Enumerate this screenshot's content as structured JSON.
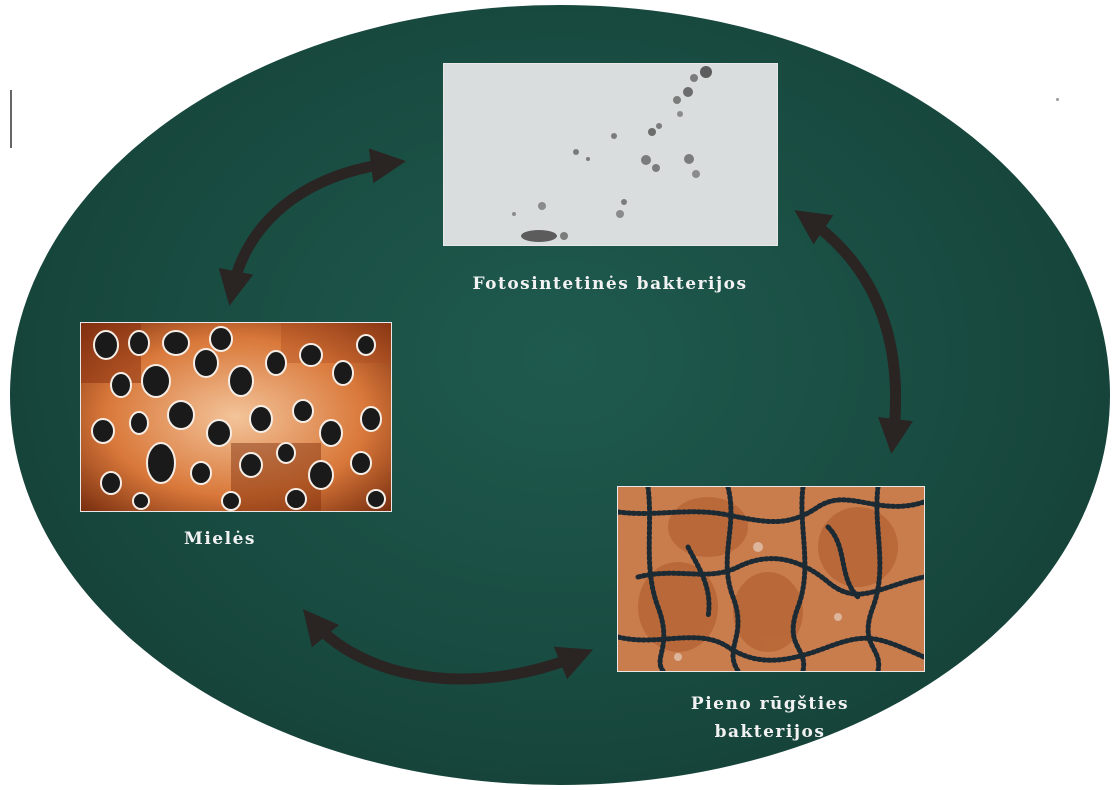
{
  "labels": {
    "photosynthetic": "Fotosintetinės bakterijos",
    "yeast": "Mielės",
    "lactic_line1": "Pieno rūgšties",
    "lactic_line2": "bakterijos"
  },
  "colors": {
    "background_ellipse": "#184a40",
    "arrow": "#2a2422",
    "label_text": "#f2f2f2"
  },
  "icons": {
    "arrow_photo_yeast": "double-headed-curved-arrow",
    "arrow_photo_lactic": "double-headed-curved-arrow",
    "arrow_yeast_lactic": "double-headed-curved-arrow"
  }
}
